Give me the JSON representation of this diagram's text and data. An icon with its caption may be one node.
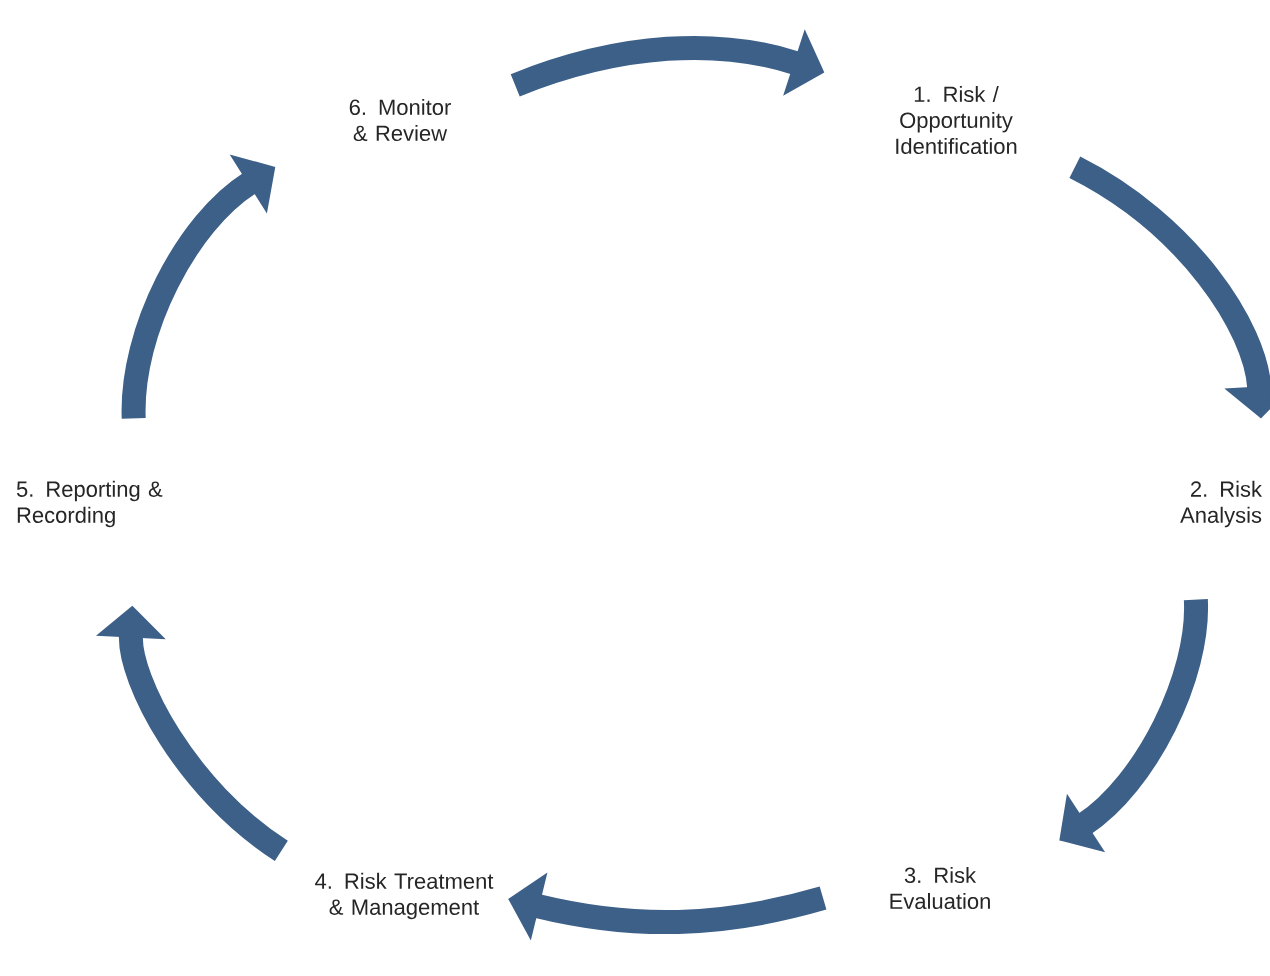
{
  "diagram": {
    "nodes": [
      {
        "text": [
          "1. Risk / Opportunity Identification"
        ]
      },
      {
        "text": [
          "2. Risk Analysis"
        ]
      },
      {
        "text": [
          "3. Risk Evaluation"
        ]
      },
      {
        "text": [
          "4. Risk Treatment & Management"
        ]
      },
      {
        "text": [
          "5. Reporting & Recording"
        ]
      },
      {
        "text": [
          "6. Monitor & Review"
        ]
      }
    ],
    "edges": [
      {
        "from": 0,
        "to": 1,
        "arrow": "to"
      },
      {
        "from": 1,
        "to": 2,
        "arrow": "to"
      },
      {
        "from": 2,
        "to": 3,
        "arrow": "to"
      },
      {
        "from": 3,
        "to": 4,
        "arrow": "to"
      },
      {
        "from": 4,
        "to": 5,
        "arrow": "to"
      },
      {
        "from": 5,
        "to": 0,
        "arrow": "to"
      }
    ]
  }
}
